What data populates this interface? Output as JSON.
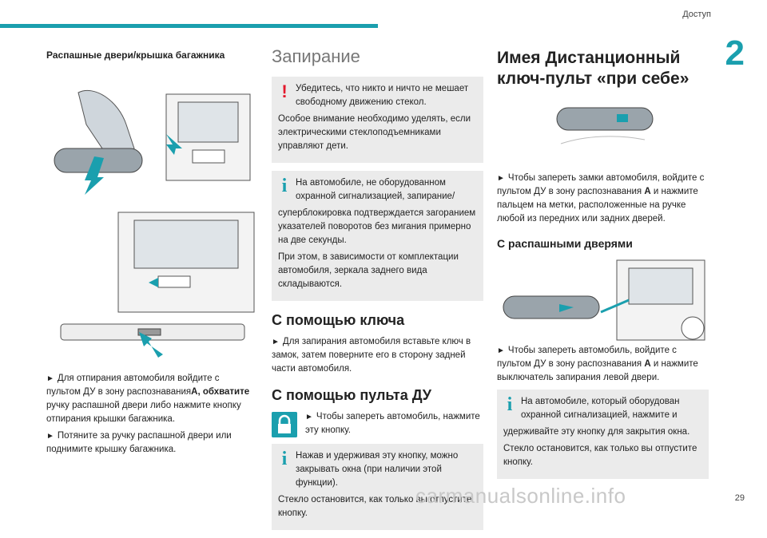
{
  "header": {
    "section": "Доступ",
    "chapter_number": "2",
    "page_number": "29"
  },
  "watermark": "carmanualsonline.info",
  "col1": {
    "title": "Распашные двери/крышка багажника",
    "step1_pre": "Для отпирания автомобиля войдите с пультом ДУ в зону распознавания",
    "step1_bold": "A, обхватите",
    "step1_post": " ручку распашной двери либо нажмите кнопку отпирания крышки багажника.",
    "step2": "Потяните за ручку распашной двери или поднимите крышку багажника."
  },
  "col2": {
    "title": "Запирание",
    "warning_line1": "Убедитесь, что никто и ничто не мешает свободному движению стекол.",
    "warning_line2": "Особое внимание необходимо уделять, если электрическими стеклоподъемниками управляют дети.",
    "info1_line1": "На автомобиле, не оборудованном охранной сигнализацией, запирание/",
    "info1_line2": "суперблокировка подтверждается загоранием указателей поворотов без мигания примерно на две секунды.",
    "info1_line3": "При этом, в зависимости от комплектации автомобиля, зеркала заднего вида складываются.",
    "key_title": "С помощью ключа",
    "key_text": "Для запирания автомобиля вставьте ключ в замок, затем поверните его в сторону задней части автомобиля.",
    "remote_title": "С помощью пульта ДУ",
    "remote_text": "Чтобы запереть автомобиль, нажмите эту кнопку.",
    "info2_line1": "Нажав и удерживая эту кнопку, можно закрывать окна (при наличии этой функции).",
    "info2_line2": "Стекло остановится, как только вы отпустите кнопку."
  },
  "col3": {
    "title": "Имея Дистанционный ключ-пульт «при себе»",
    "text1_pre": "Чтобы запереть замки автомобиля, войдите с пультом ДУ в зону распознавания ",
    "text1_bold": "A",
    "text1_post": " и нажмите пальцем на метки, расположенные на ручке любой из передних или задних дверей.",
    "subtitle": "С распашными дверями",
    "text2_pre": "Чтобы запереть автомобиль, войдите с пультом ДУ в зону распознавания ",
    "text2_bold": "A",
    "text2_post": " и нажмите выключатель запирания левой двери.",
    "info_line1": "На автомобиле, который оборудован охранной сигнализацией, нажмите и",
    "info_line2": "удерживайте эту кнопку для закрытия окна.",
    "info_line3": "Стекло остановится, как только вы отпустите кнопку."
  },
  "icons": {
    "arrow": "►",
    "warning": "!",
    "info": "i"
  },
  "colors": {
    "accent": "#1a9fae",
    "warning": "#e3182c",
    "box_bg": "#ebebeb"
  }
}
